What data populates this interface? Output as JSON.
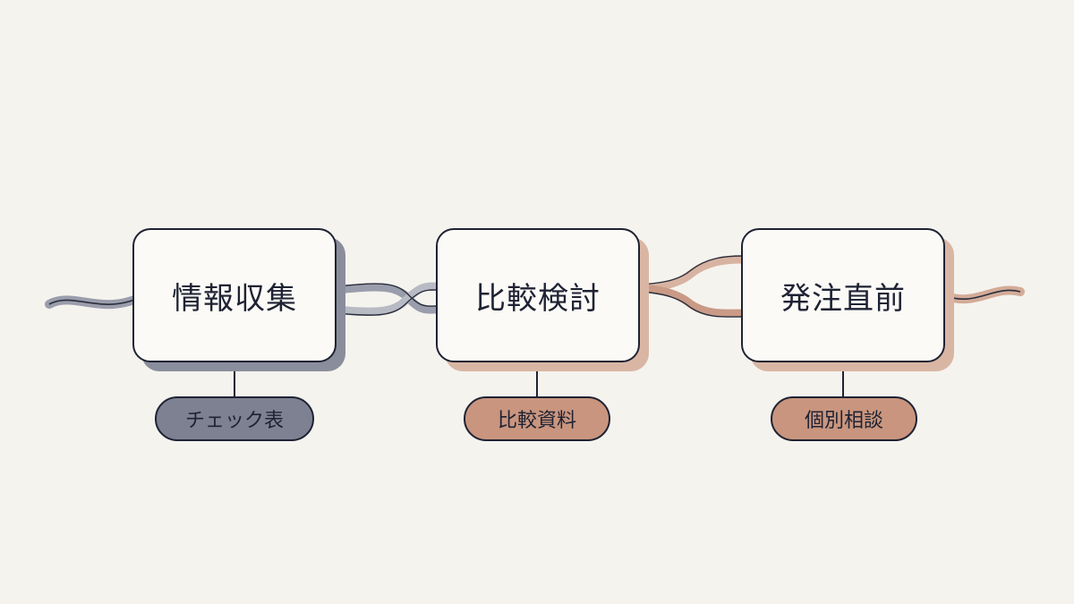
{
  "colors": {
    "background": "#f5f3ee",
    "ink": "#1e2233",
    "slate": "#8a8d9c",
    "terracotta": "#c99a86",
    "pill_slate": "#7e8191",
    "pill_terracotta": "#c9957e"
  },
  "stages": [
    {
      "label": "情報収集",
      "tag": "チェック表"
    },
    {
      "label": "比較検討",
      "tag": "比較資料"
    },
    {
      "label": "発注直前",
      "tag": "個別相談"
    }
  ]
}
